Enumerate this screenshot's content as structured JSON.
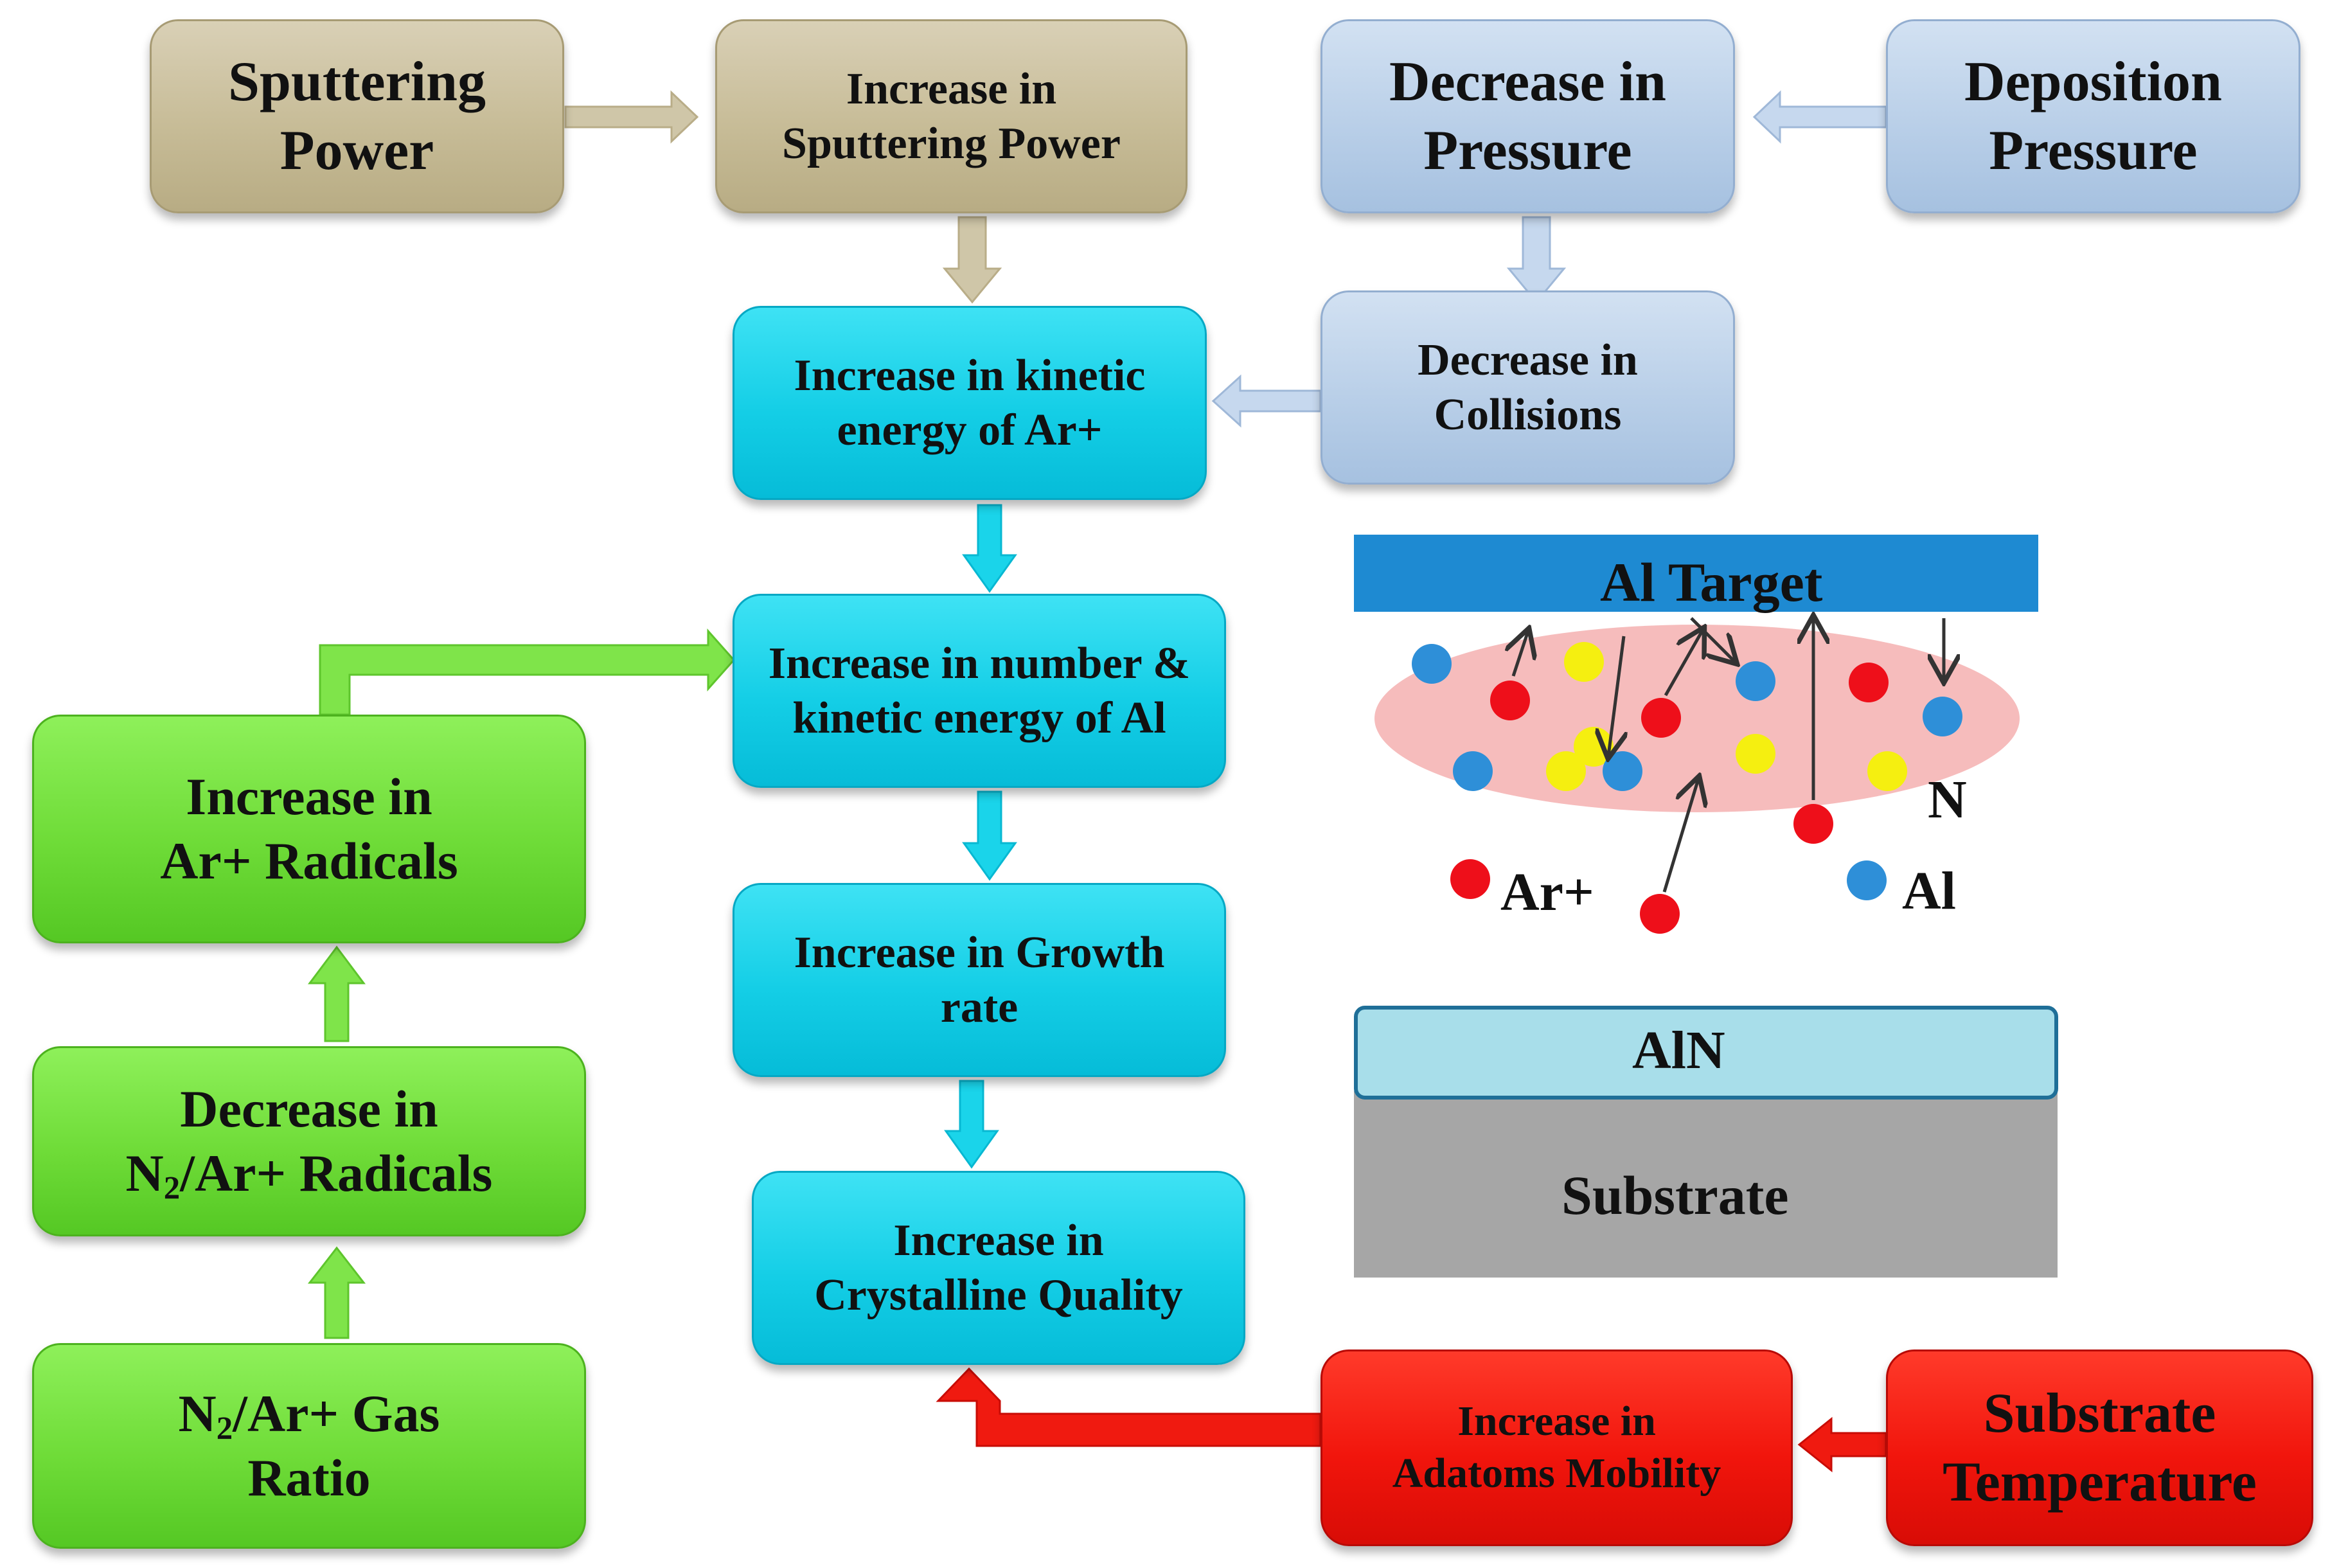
{
  "boxes": {
    "sputtering_power": [
      "Sputtering",
      "Power"
    ],
    "increase_sputtering_power": [
      "Increase in",
      "Sputtering Power"
    ],
    "decrease_pressure": [
      "Decrease in",
      "Pressure"
    ],
    "deposition_pressure": [
      "Deposition",
      "Pressure"
    ],
    "decrease_collisions": [
      "Decrease in",
      "Collisions"
    ],
    "increase_kinetic_ar": [
      "Increase in kinetic",
      "energy of Ar+"
    ],
    "increase_number_al": [
      "Increase in number &",
      "kinetic energy of Al"
    ],
    "increase_growth_rate": [
      "Increase in Growth",
      "rate"
    ],
    "increase_crystalline": [
      "Increase in",
      "Crystalline Quality"
    ],
    "increase_ar_radicals": [
      "Increase in",
      "Ar+ Radicals"
    ],
    "decrease_n2_ar": {
      "line1": "Decrease in",
      "n": "N",
      "sub": "2",
      "rest": "/Ar+ Radicals"
    },
    "n2_ar_gas_ratio": {
      "n": "N",
      "sub": "2",
      "rest": "/Ar+ Gas",
      "line2": "Ratio"
    },
    "increase_adatoms": [
      "Increase in",
      "Adatoms  Mobility"
    ],
    "substrate_temperature": [
      "Substrate",
      "Temperature"
    ]
  },
  "schematic": {
    "target_label": "Al Target",
    "n_label": "N",
    "legend_ar": "Ar+",
    "legend_al": "Al",
    "aln_label": "AlN",
    "substrate_label": "Substrate",
    "colors": {
      "ar": "#ee0f1a",
      "al": "#2e8fd8",
      "n": "#f5ef10",
      "plasma": "#f6bcbc",
      "target": "#1e8ad2",
      "aln": "#a8deea",
      "substrate": "#a6a6a6"
    }
  }
}
